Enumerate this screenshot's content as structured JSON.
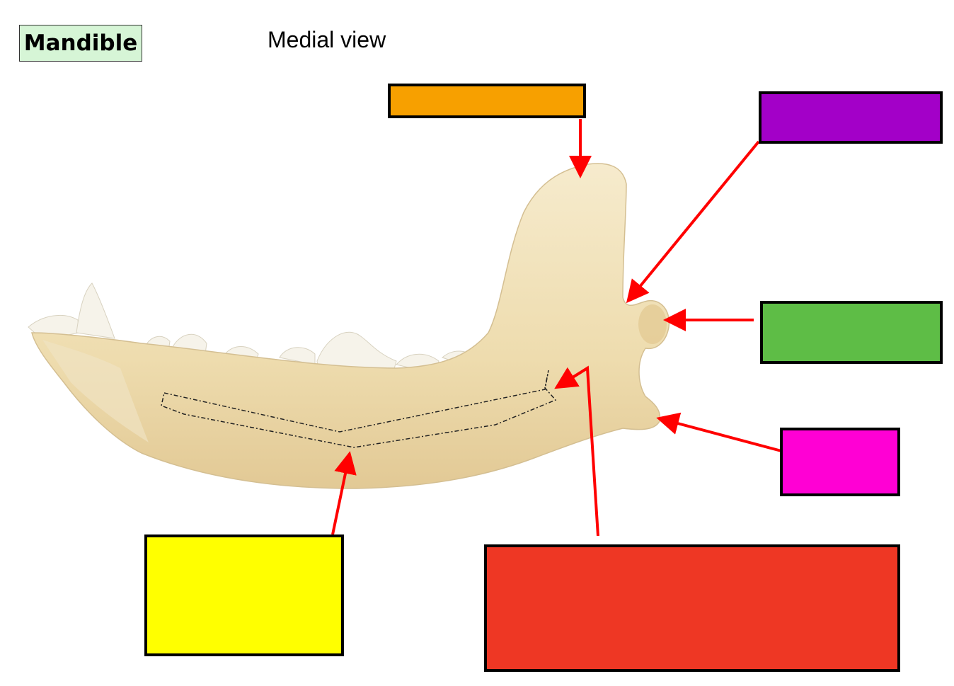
{
  "header": {
    "title": "Mandible",
    "subtitle": "Medial view"
  },
  "label_boxes": [
    {
      "id": "coronoid-process",
      "color": "#f7a000"
    },
    {
      "id": "mandibular-notch",
      "color": "#a300c8"
    },
    {
      "id": "condylar-process",
      "color": "#5ebd46"
    },
    {
      "id": "angular-process",
      "color": "#ff00d4"
    },
    {
      "id": "mylohyoid-line",
      "color": "#ffff00"
    },
    {
      "id": "mandibular-foramen",
      "color": "#ee3724"
    }
  ],
  "colors": {
    "arrow": "#ff0000",
    "bone": "#f0e0b6",
    "bone_shadow": "#d9c08a",
    "teeth": "#f7f4ec"
  }
}
